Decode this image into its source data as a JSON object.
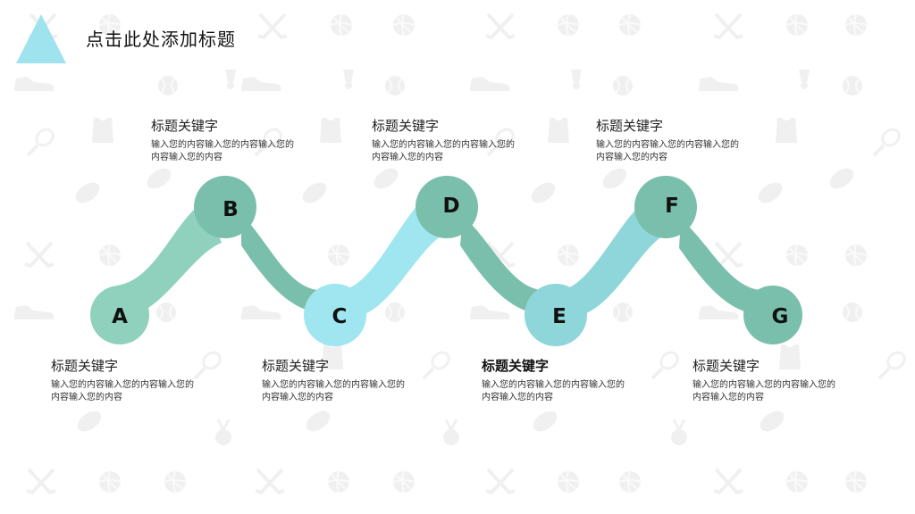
{
  "title": "点击此处添加标题",
  "colors": {
    "accent_light": "#9fe3ee",
    "teal": "#7abfab",
    "mint": "#8fd1bd",
    "sky": "#9fe6f0",
    "aqua": "#8fd6da",
    "pattern": "#eeeeee"
  },
  "background_icons": [
    "volleyball-icon",
    "sneaker-icon",
    "tennis-ball-icon",
    "tennis-racket-icon",
    "jersey-icon",
    "rugby-ball-icon",
    "hockey-sticks-icon",
    "medal-icon",
    "badminton-icon"
  ],
  "nodes": [
    {
      "letter": "A",
      "label_title": "标题关键字",
      "label_body": "输入您的内容输入您的内容输入您的内容输入您的内容"
    },
    {
      "letter": "B",
      "label_title": "标题关键字",
      "label_body": "输入您的内容输入您的内容输入您的内容输入您的内容"
    },
    {
      "letter": "C",
      "label_title": "标题关键字",
      "label_body": "输入您的内容输入您的内容输入您的内容输入您的内容"
    },
    {
      "letter": "D",
      "label_title": "标题关键字",
      "label_body": "输入您的内容输入您的内容输入您的内容输入您的内容"
    },
    {
      "letter": "E",
      "label_title": "标题关键字",
      "label_body": "输入您的内容输入您的内容输入您的内容输入您的内容"
    },
    {
      "letter": "F",
      "label_title": "标题关键字",
      "label_body": "输入您的内容输入您的内容输入您的内容输入您的内容"
    },
    {
      "letter": "G",
      "label_title": "标题关键字",
      "label_body": "输入您的内容输入您的内容输入您的内容输入您的内容"
    }
  ]
}
